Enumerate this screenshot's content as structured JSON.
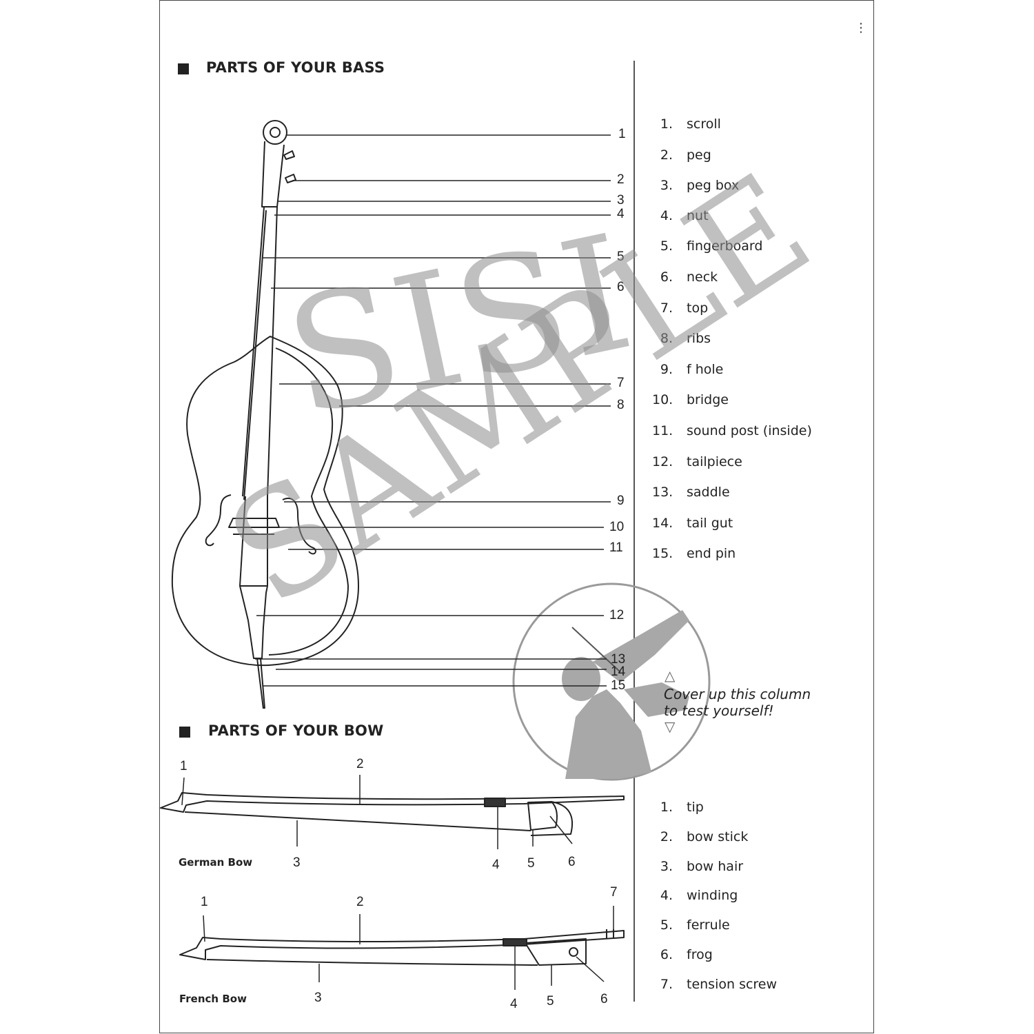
{
  "bass_section": {
    "title": "PARTS OF YOUR BASS",
    "callout_numbers": [
      "1",
      "2",
      "3",
      "4",
      "5",
      "6",
      "7",
      "8",
      "9",
      "10",
      "11",
      "12",
      "13",
      "14",
      "15"
    ],
    "parts": [
      {
        "num": "1.",
        "name": "scroll"
      },
      {
        "num": "2.",
        "name": "peg"
      },
      {
        "num": "3.",
        "name": "peg box"
      },
      {
        "num": "4.",
        "name": "nut"
      },
      {
        "num": "5.",
        "name": "fingerboard"
      },
      {
        "num": "6.",
        "name": "neck"
      },
      {
        "num": "7.",
        "name": "top"
      },
      {
        "num": "8.",
        "name": "ribs"
      },
      {
        "num": "9.",
        "name": "f hole"
      },
      {
        "num": "10.",
        "name": "bridge"
      },
      {
        "num": "11.",
        "name": "sound post (inside)"
      },
      {
        "num": "12.",
        "name": "tailpiece"
      },
      {
        "num": "13.",
        "name": "saddle"
      },
      {
        "num": "14.",
        "name": "tail gut"
      },
      {
        "num": "15.",
        "name": "end pin"
      }
    ]
  },
  "bow_section": {
    "title": "PARTS OF YOUR BOW",
    "german_bow": {
      "label": "German Bow",
      "callouts": [
        "1",
        "2",
        "3",
        "4",
        "5",
        "6"
      ]
    },
    "french_bow": {
      "label": "French Bow",
      "callouts": [
        "1",
        "2",
        "3",
        "4",
        "5",
        "6",
        "7"
      ]
    },
    "parts": [
      {
        "num": "1.",
        "name": "tip"
      },
      {
        "num": "2.",
        "name": "bow stick"
      },
      {
        "num": "3.",
        "name": "bow hair"
      },
      {
        "num": "4.",
        "name": "winding"
      },
      {
        "num": "5.",
        "name": "ferrule"
      },
      {
        "num": "6.",
        "name": "frog"
      },
      {
        "num": "7.",
        "name": "tension screw"
      }
    ]
  },
  "cover_note": {
    "line1": "Cover up this column",
    "line2": "to test yourself!"
  },
  "watermark": {
    "line1": "SISI",
    "line2": "SAMPLE"
  },
  "icons": [
    "more-vert-icon",
    "triangle-up-icon",
    "triangle-down-icon",
    "bullet-square-icon"
  ]
}
